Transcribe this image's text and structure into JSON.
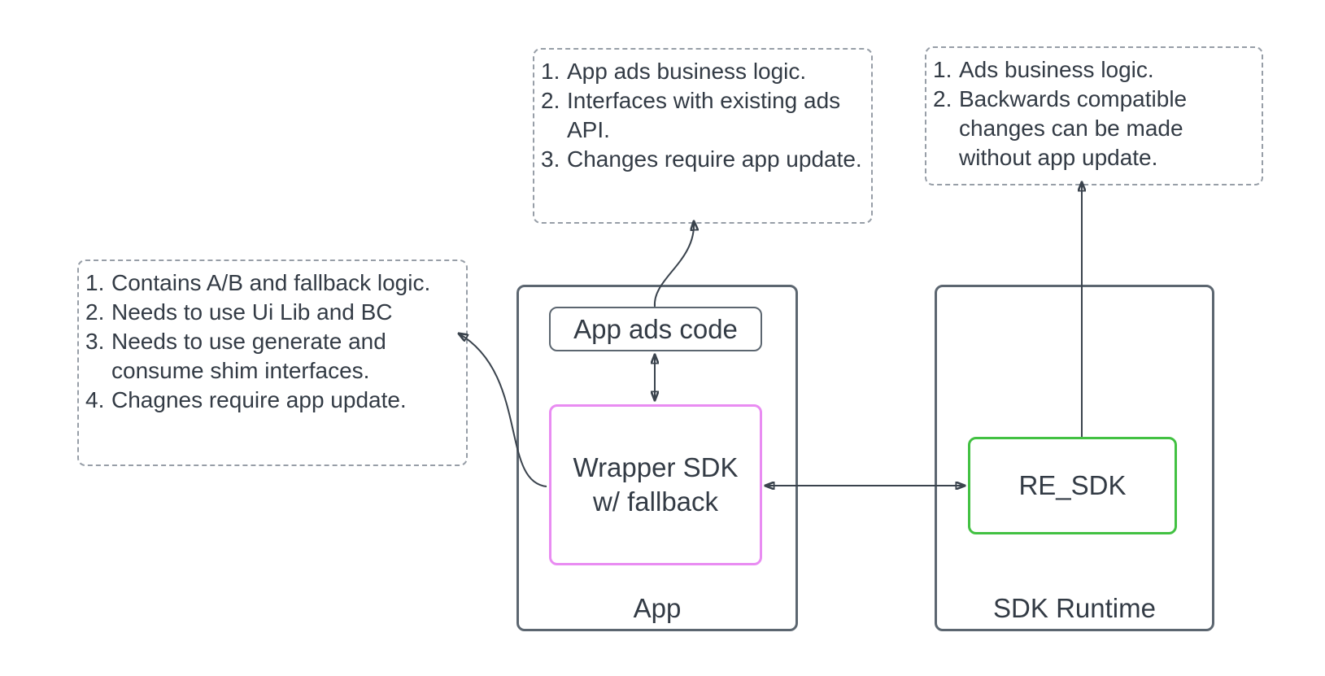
{
  "notes": {
    "left": {
      "items": [
        "Contains A/B and fallback logic.",
        "Needs to use Ui Lib and BC",
        "Needs to use generate and consume shim interfaces.",
        "Chagnes require app update."
      ]
    },
    "top_middle": {
      "items": [
        "App ads business logic.",
        "Interfaces with existing ads API.",
        "Changes require app update."
      ]
    },
    "top_right": {
      "items": [
        "Ads business logic.",
        "Backwards compatible changes can be made without app update."
      ]
    }
  },
  "containers": {
    "app": {
      "label": "App"
    },
    "sdk_runtime": {
      "label": "SDK Runtime"
    }
  },
  "nodes": {
    "app_ads_code": {
      "label": "App ads code"
    },
    "wrapper_sdk": {
      "line1": "Wrapper SDK",
      "line2": "w/ fallback"
    },
    "re_sdk": {
      "label": "RE_SDK"
    }
  },
  "connectors": [
    {
      "from": "App ads code",
      "to": "Wrapper SDK w/ fallback",
      "style": "double-arrow"
    },
    {
      "from": "Wrapper SDK w/ fallback",
      "to": "RE_SDK",
      "style": "double-arrow"
    },
    {
      "from": "RE_SDK",
      "to": "top-right note",
      "style": "arrow-up"
    },
    {
      "from": "App ads code",
      "to": "top-middle note",
      "style": "curved-arrow"
    },
    {
      "from": "Wrapper SDK w/ fallback",
      "to": "left note",
      "style": "curved-arrow"
    }
  ],
  "colors": {
    "text": "#333b45",
    "solid_border": "#5c6670",
    "dashed_border": "#979ea7",
    "arrow": "#3a434d",
    "wrapper_sdk_border": "#e98cf2",
    "re_sdk_border": "#42c142",
    "background": "#ffffff"
  }
}
